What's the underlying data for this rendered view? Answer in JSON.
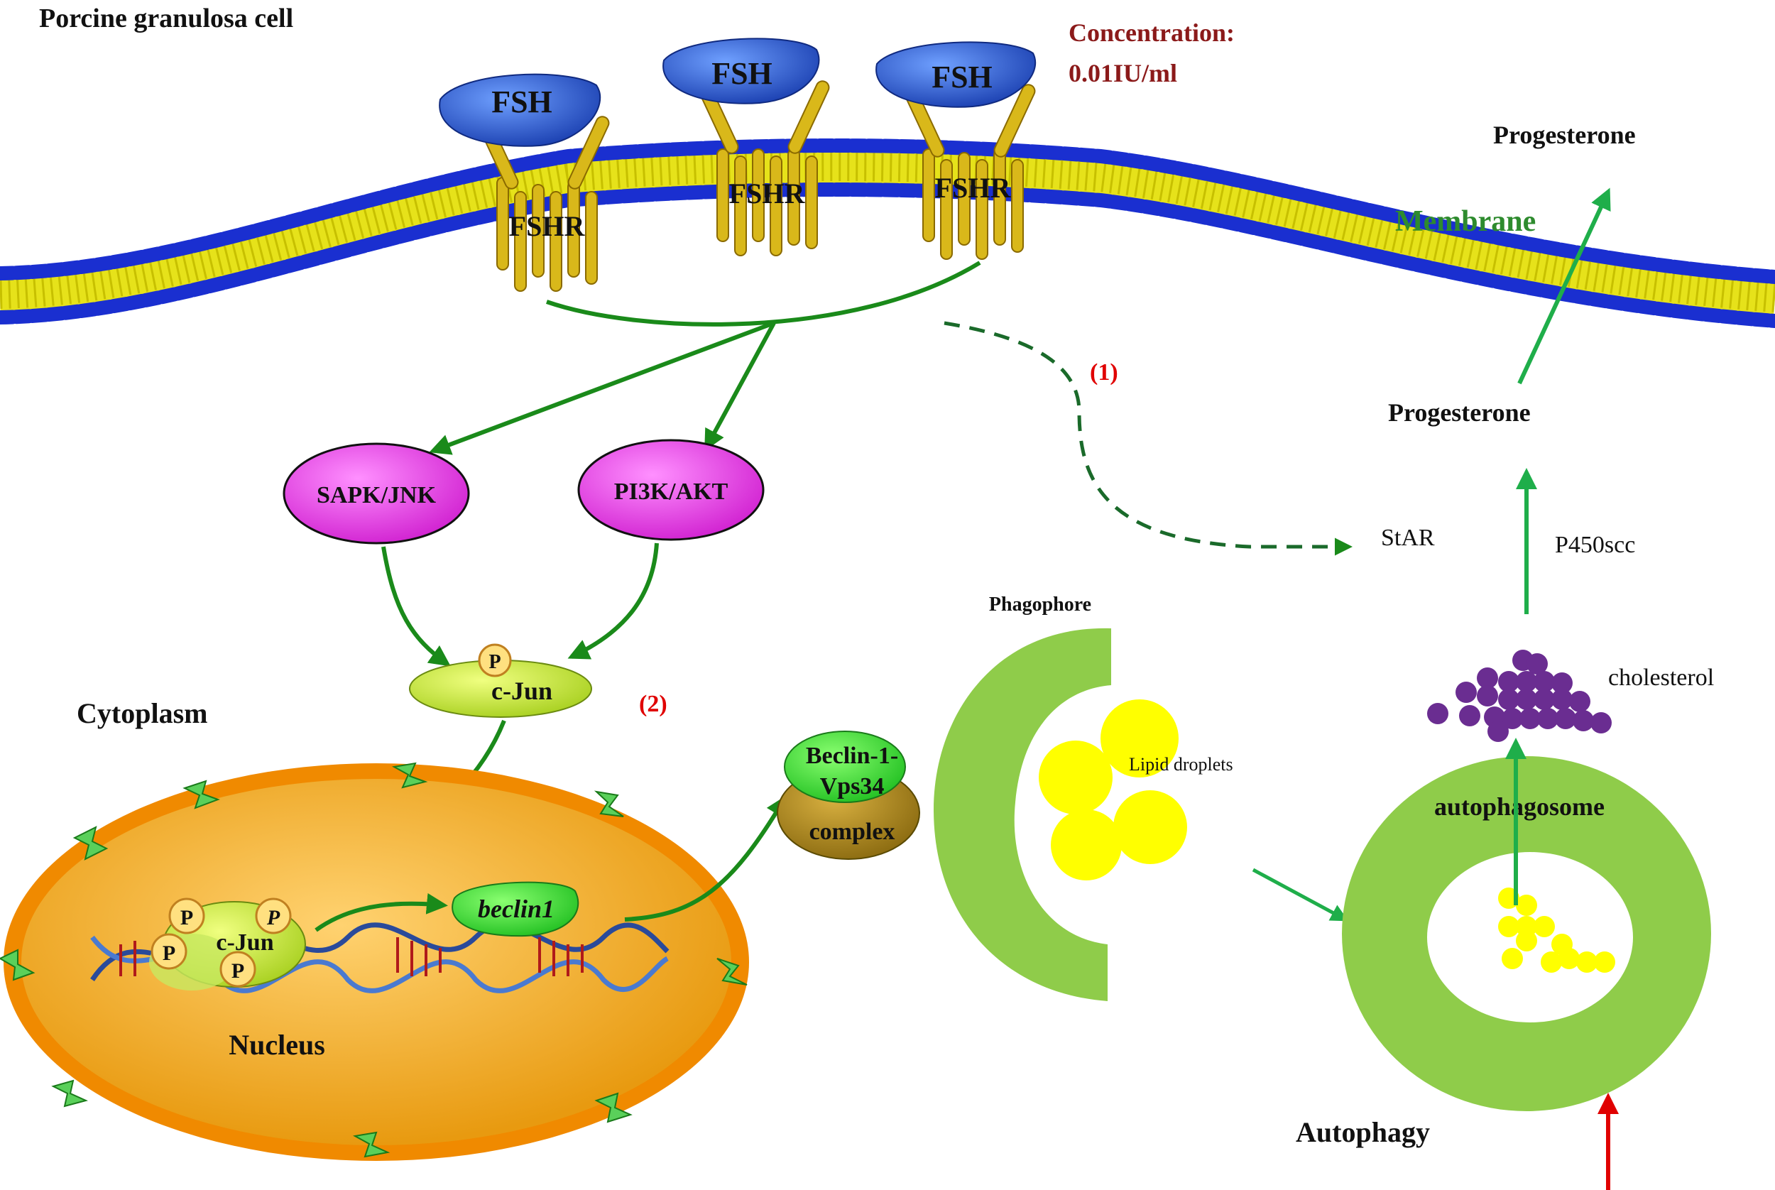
{
  "title": "Porcine granulosa cell",
  "concentration": {
    "label": "Concentration:",
    "value": "0.01IU/ml"
  },
  "membrane_label": "Membrane",
  "hormone_labels": [
    "FSH",
    "FSH",
    "FSH"
  ],
  "receptor_labels": [
    "FSHR",
    "FSHR",
    "FSHR"
  ],
  "pathways": {
    "jnk": "SAPK/JNK",
    "pi3k": "PI3K/AKT"
  },
  "cjun": {
    "label": "c-Jun",
    "phospho": "P"
  },
  "markers": {
    "one": "(1)",
    "two": "(2)"
  },
  "cytoplasm_label": "Cytoplasm",
  "nucleus": {
    "label": "Nucleus",
    "gene": "beclin1",
    "tf": "c-Jun",
    "phospho": "P"
  },
  "complex": {
    "line1": "Beclin-1-",
    "line2": "Vps34",
    "line3": "complex"
  },
  "phagophore_label": "Phagophore",
  "lipid_label": "Lipid droplets",
  "autophagosome_label": "autophagosome",
  "autophagy_label": "Autophagy",
  "cholesterol_label": "cholesterol",
  "star_label": "StAR",
  "p450_label": "P450scc",
  "progesterone_inner": "Progesterone",
  "progesterone_outer": "Progesterone",
  "colors": {
    "arrow_green": "#1a8a1a",
    "arrow_bright": "#1fae4a",
    "membrane_head": "#1a2fd0",
    "membrane_tail": "#e6e21a",
    "receptor_gold": "#d9b81a",
    "fsh_blue": "#2a5fd0",
    "pathway_magenta": "#e040e0",
    "autophagosome_green": "#8fcc4a",
    "lipid_yellow": "#ffff00",
    "cholesterol_purple": "#6a2d91",
    "marker_red": "#e00000",
    "membrane_label_green": "#2e8b2e",
    "concentration_brown": "#8b1a1a",
    "nucleus_orange": "#f0a020"
  }
}
